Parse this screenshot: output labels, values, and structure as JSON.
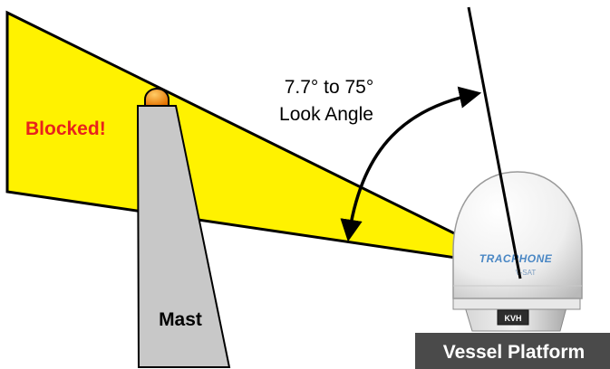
{
  "diagram": {
    "look_angle_range": "7.7° to 75°",
    "look_angle_label": "Look Angle",
    "blocked_label": "Blocked!",
    "mast_label": "Mast",
    "platform_label": "Vessel Platform",
    "dome_brand": "TRACPHONE",
    "dome_model": "V-SAT",
    "pedestal_logo": "KVH"
  },
  "colors": {
    "beam_fill": "#fff200",
    "mast_fill": "#c8c8c8",
    "beacon": "#f7941d",
    "blocked_text": "#e8231c",
    "platform_bg": "#4a4a4a",
    "platform_text": "#ffffff",
    "dome_fill": "#f4f4f4",
    "brand_blue": "#4a87c4"
  }
}
